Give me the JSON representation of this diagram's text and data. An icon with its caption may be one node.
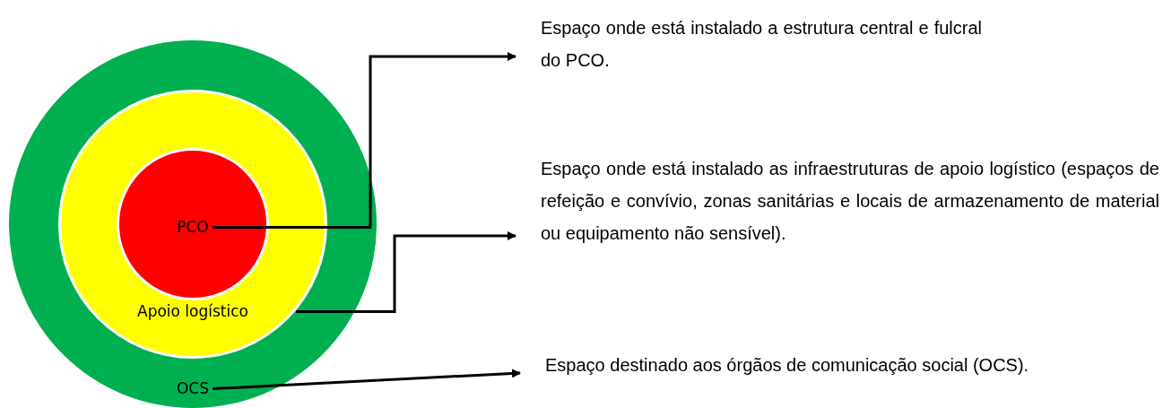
{
  "diagram": {
    "nodes": [
      {
        "text": [
          "OCS"
        ]
      },
      {
        "text": [
          "Apoio logístico"
        ],
        "in": 0
      },
      {
        "text": [
          "PCO"
        ],
        "in": 1
      },
      {
        "text": [
          "Espaço onde está instalado a estrutura central e fulcral do PCO."
        ]
      },
      {
        "text": [
          "Espaço onde está instalado as infraestruturas de apoio logístico (espaços de refeição e convívio, zonas sanitárias e locais de armazenamento de material ou equipamento não sensível)."
        ]
      },
      {
        "text": [
          "Espaço destinado aos órgãos de comunicação social (OCS)."
        ]
      }
    ],
    "edges": [
      {
        "from": 2,
        "to": 3,
        "arrow": "to"
      },
      {
        "from": 1,
        "to": 4,
        "arrow": "to"
      },
      {
        "from": 0,
        "to": 5,
        "arrow": "to"
      }
    ]
  }
}
